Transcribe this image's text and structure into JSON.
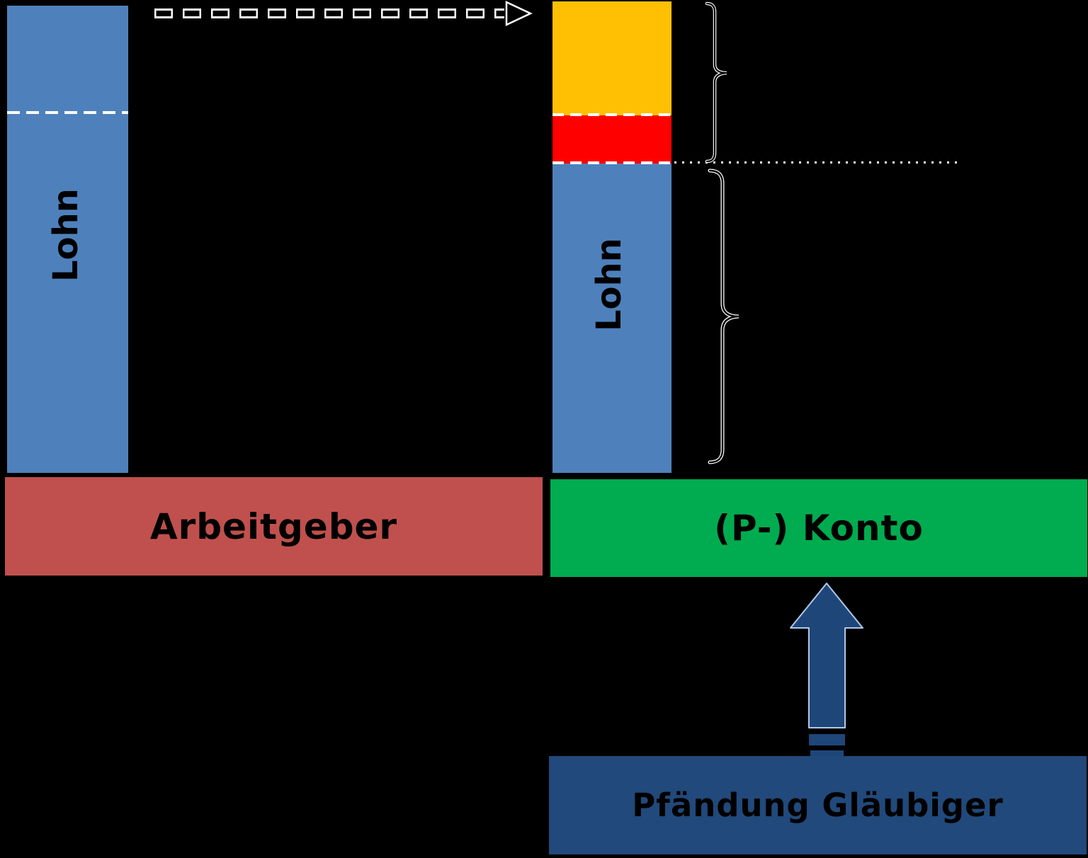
{
  "diagram": {
    "background_color": "#000000",
    "employer_side": {
      "wage_bar_label": "Lohn",
      "wage_bar_color": "#4E81BC",
      "threshold_line_color": "#FFFFFF",
      "box_label": "Arbeitgeber",
      "box_color": "#C0504D"
    },
    "transfer_arrow": {
      "style": "dashed",
      "direction": "right",
      "outline_color": "#FFFFFF"
    },
    "account_side": {
      "wage_bar_label": "Lohn",
      "segments": [
        {
          "color": "#FFC004"
        },
        {
          "color": "#FE0000"
        },
        {
          "color": "#4E81BC"
        }
      ],
      "box_label": "(P-) Konto",
      "box_color": "#00AC4F",
      "brace_color": "#FFFFFF",
      "dotted_line_color": "#FFFFFF"
    },
    "creditor": {
      "box_label": "Pfändung Gläubiger",
      "box_color": "#21497B",
      "arrow_color": "#1F4679",
      "arrow_outline_color": "#AFC9E7"
    }
  }
}
